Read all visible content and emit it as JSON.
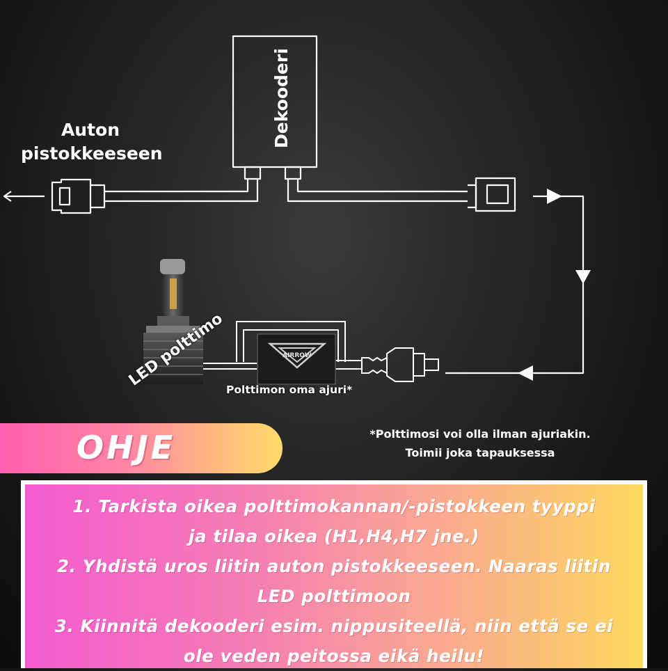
{
  "labels": {
    "car_connector_line1": "Auton",
    "car_connector_line2": "pistokkeeseen",
    "decoder": "Dekooderi",
    "led_bulb": "LED polttimo",
    "bulb_driver": "Polttimon oma ajuri*",
    "driver_brand": "AIRROW"
  },
  "note": {
    "line1": "*Polttimosi voi olla ilman ajuriakin.",
    "line2": "Toimii joka tapauksessa"
  },
  "banner": {
    "title": "OHJE"
  },
  "instructions": {
    "line1": "1.  Tarkista oikea polttimokannan/-pistokkeen tyyppi",
    "line2": "ja tilaa oikea (H1,H4,H7 jne.)",
    "line3": "2. Yhdistä uros liitin auton pistokkeeseen. Naaras liitin",
    "line4": "LED polttimoon",
    "line5": "3. Kiinnitä dekooderi esim. nippusiteellä, niin että se ei",
    "line6": "ole veden peitossa eikä heilu!"
  },
  "colors": {
    "line": "#ffffff",
    "background_dark": "#141414",
    "gradient_pink": "#f45bd0",
    "gradient_yellow": "#fdd85f"
  }
}
